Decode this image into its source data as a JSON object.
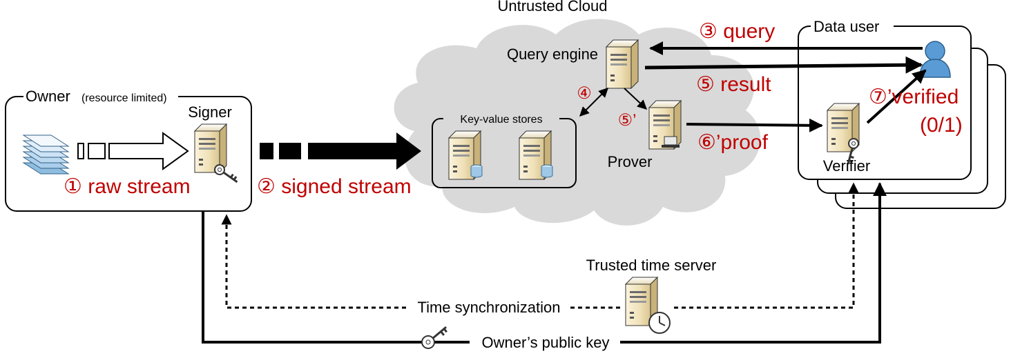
{
  "colors": {
    "accent_red": "#c00000",
    "cloud": "#d9d9d9",
    "server_body": "#f2e7c8",
    "doc_blue": "#9fc7e6",
    "user_blue": "#5a9bd5"
  },
  "cloud_title": "Untrusted Cloud",
  "owner": {
    "title": "Owner",
    "note": "(resource limited)",
    "signer_label": "Signer",
    "step1": "① raw stream"
  },
  "step2": "② signed stream",
  "cloud": {
    "query_engine_label": "Query engine",
    "kv_label": "Key-value stores",
    "prover_label": "Prover",
    "step4": "④",
    "step5p": "⑤’"
  },
  "step3": "③ query",
  "step5": "⑤ result",
  "step6p": "⑥’proof",
  "data_user": {
    "title": "Data user",
    "verifier_label": "Verifier",
    "step7p_line1": "⑦’verified",
    "step7p_line2": "(0/1)"
  },
  "time_server_label": "Trusted time server",
  "time_sync_label": "Time synchronization",
  "public_key_label": "Owner’s public key",
  "icons": [
    "document-stack-icon",
    "server-icon",
    "database-icon",
    "key-icon",
    "user-icon",
    "clock-icon"
  ]
}
